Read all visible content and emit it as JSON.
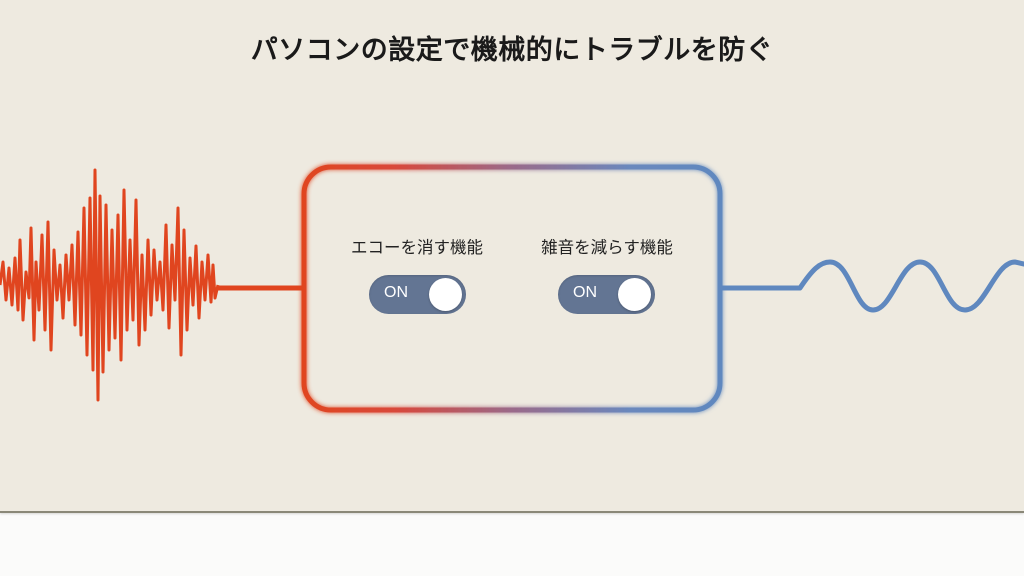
{
  "title": "パソコンの設定で機械的にトラブルを防ぐ",
  "colors": {
    "background": "#eeeae0",
    "noisy_wave": "#e0451f",
    "clean_wave": "#5f88bf",
    "toggle_bg": "#637593",
    "toggle_knob": "#ffffff"
  },
  "panel": {
    "settings": [
      {
        "label": "エコーを消す機能",
        "state": "ON",
        "enabled": true
      },
      {
        "label": "雑音を減らす機能",
        "state": "ON",
        "enabled": true
      }
    ]
  },
  "icons": {
    "input": "noisy-waveform-icon",
    "output": "clean-sine-wave-icon"
  }
}
